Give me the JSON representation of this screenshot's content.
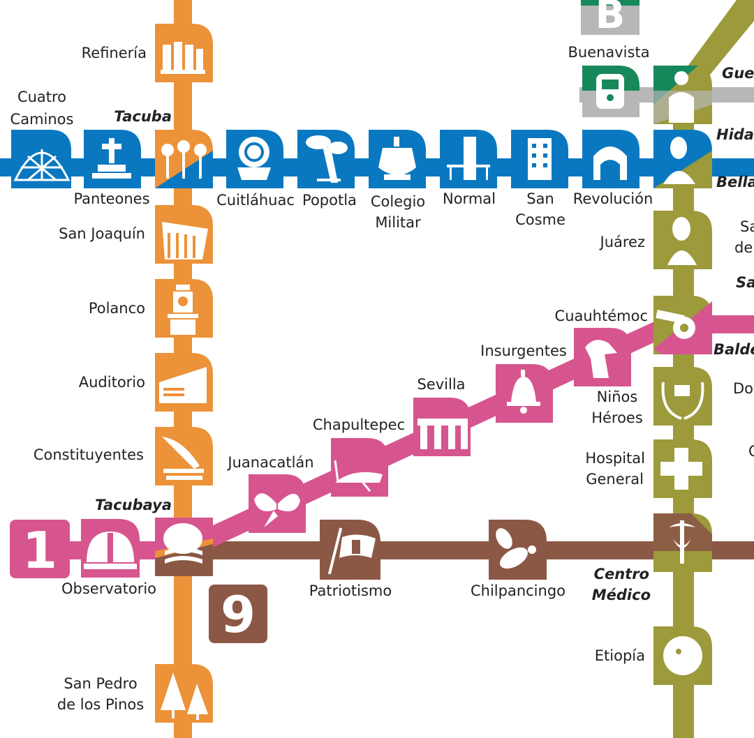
{
  "colors": {
    "line1": "#d6558f",
    "line2": "#0a78c0",
    "line3": "#9c9a3a",
    "line7": "#ec9238",
    "line9": "#8b5846",
    "lineB_green": "#17885a",
    "lineB_gray": "#b7b7b7",
    "background": "#ffffff"
  },
  "badges": {
    "line1": "1",
    "line9": "9",
    "lineB": "B"
  },
  "stations": {
    "refineria": "Refinería",
    "tacuba": "Tacuba",
    "cuatro_caminos_1": "Cuatro",
    "cuatro_caminos_2": "Caminos",
    "panteones": "Panteones",
    "san_joaquin": "San Joaquín",
    "polanco": "Polanco",
    "auditorio": "Auditorio",
    "constituyentes": "Constituyentes",
    "tacubaya": "Tacubaya",
    "observatorio": "Observatorio",
    "san_pedro_1": "San Pedro",
    "san_pedro_2": "de los Pinos",
    "cuitlahuac": "Cuitláhuac",
    "popotla": "Popotla",
    "colegio_militar_1": "Colegio",
    "colegio_militar_2": "Militar",
    "normal": "Normal",
    "san_cosme_1": "San",
    "san_cosme_2": "Cosme",
    "revolucion": "Revolución",
    "buenavista": "Buenavista",
    "guerrero": "Guer",
    "hidalgo": "Hida",
    "bellas_artes": "Bella",
    "juarez": "Juárez",
    "san_juan_1": "Sa",
    "san_juan_2": "de",
    "salto_del_agua": "Sa",
    "cuauhtemoc": "Cuauhtémoc",
    "balderas": "Balde",
    "insurgentes": "Insurgentes",
    "ninos_heroes_1": "Niños",
    "ninos_heroes_2": "Héroes",
    "doctores": "Do",
    "obrera": "O",
    "sevilla": "Sevilla",
    "chapultepec": "Chapultepec",
    "juanacatlan": "Juanacatlán",
    "hospital_general_1": "Hospital",
    "hospital_general_2": "General",
    "patriotismo": "Patriotismo",
    "chilpancingo": "Chilpancingo",
    "centro_medico_1": "Centro",
    "centro_medico_2": "Médico",
    "etiopia": "Etiopía"
  },
  "icons": [
    "refinery-icon",
    "dome-icon",
    "cross-icon",
    "flowers-icon",
    "glyph-icon",
    "tree-icon",
    "monument-icon",
    "tower-icon",
    "building-icon",
    "revolution-monument-icon",
    "train-icon",
    "guerrero-statue-icon",
    "hidalgo-bust-icon",
    "juarez-bust-icon",
    "bridge-icon",
    "clocktower-icon",
    "auditorium-icon",
    "quill-icon",
    "observatory-icon",
    "fountain-icon",
    "pine-trees-icon",
    "butterfly-icon",
    "grasshopper-icon",
    "aqueduct-icon",
    "bell-icon",
    "eagle-icon",
    "cannon-icon",
    "laurel-icon",
    "medical-cross-icon",
    "caduceus-icon",
    "flag-icon",
    "bee-icon",
    "lion-icon"
  ]
}
